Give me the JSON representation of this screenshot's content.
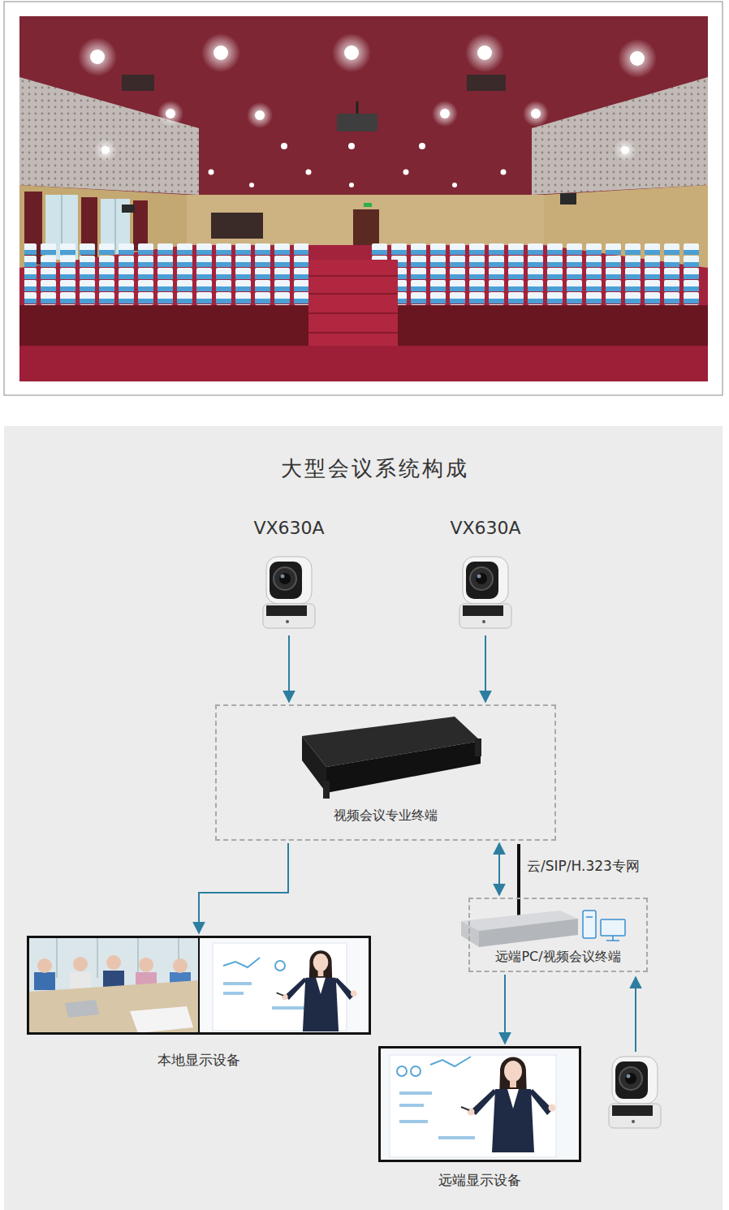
{
  "diagram": {
    "title": "大型会议系统构成",
    "nodes": [
      {
        "text": [
          "VX630A"
        ]
      },
      {
        "text": [
          "VX630A"
        ]
      },
      {
        "text": [
          "视频会议专业终端"
        ]
      },
      {
        "text": [
          "本地显示设备"
        ]
      },
      {
        "text": [
          "远端PC/视频会议终端"
        ]
      },
      {
        "text": [
          "远端显示设备"
        ]
      }
    ],
    "edges": [
      {
        "from": 0,
        "to": 2,
        "arrow": "to"
      },
      {
        "from": 1,
        "to": 2,
        "arrow": "to"
      },
      {
        "from": 2,
        "to": 3,
        "arrow": "to"
      },
      {
        "from": 2,
        "to": 4,
        "arrow": "both",
        "label": "云/SIP/H.323专网"
      },
      {
        "from": 4,
        "to": 5,
        "arrow": "to"
      }
    ]
  }
}
